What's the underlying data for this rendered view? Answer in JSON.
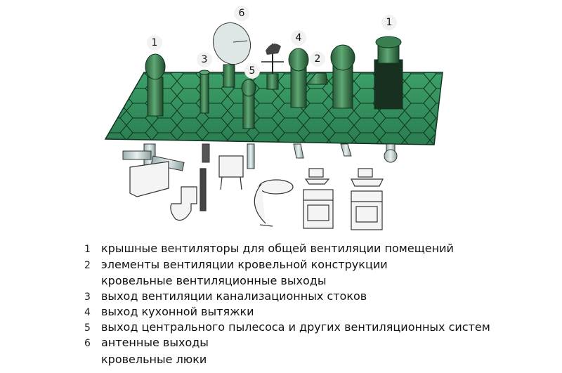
{
  "markers": [
    {
      "id": "m1a",
      "text": "1"
    },
    {
      "id": "m3",
      "text": "3"
    },
    {
      "id": "m6",
      "text": "6"
    },
    {
      "id": "m5",
      "text": "5"
    },
    {
      "id": "m4",
      "text": "4"
    },
    {
      "id": "m2",
      "text": "2"
    },
    {
      "id": "m1b",
      "text": "1"
    }
  ],
  "legend": [
    {
      "num": "1",
      "text": "крышные вентиляторы для общей вентиляции помещений"
    },
    {
      "num": "2",
      "text": "элементы вентиляции кровельной конструкции"
    },
    {
      "num": "",
      "text": "кровельные вентиляционные выходы"
    },
    {
      "num": "3",
      "text": "выход вентиляции канализационных стоков"
    },
    {
      "num": "4",
      "text": "выход кухонной вытяжки"
    },
    {
      "num": "5",
      "text": "выход центрального пылесоса и других вентиляционных систем"
    },
    {
      "num": "6",
      "text": "антенные выходы"
    },
    {
      "num": "",
      "text": "кровельные люки"
    }
  ],
  "colors": {
    "roof": "#2e8b57",
    "roof_dark": "#1f5e3a",
    "vent": "#3a7f4f",
    "vent_dark": "#1e4a2c"
  }
}
